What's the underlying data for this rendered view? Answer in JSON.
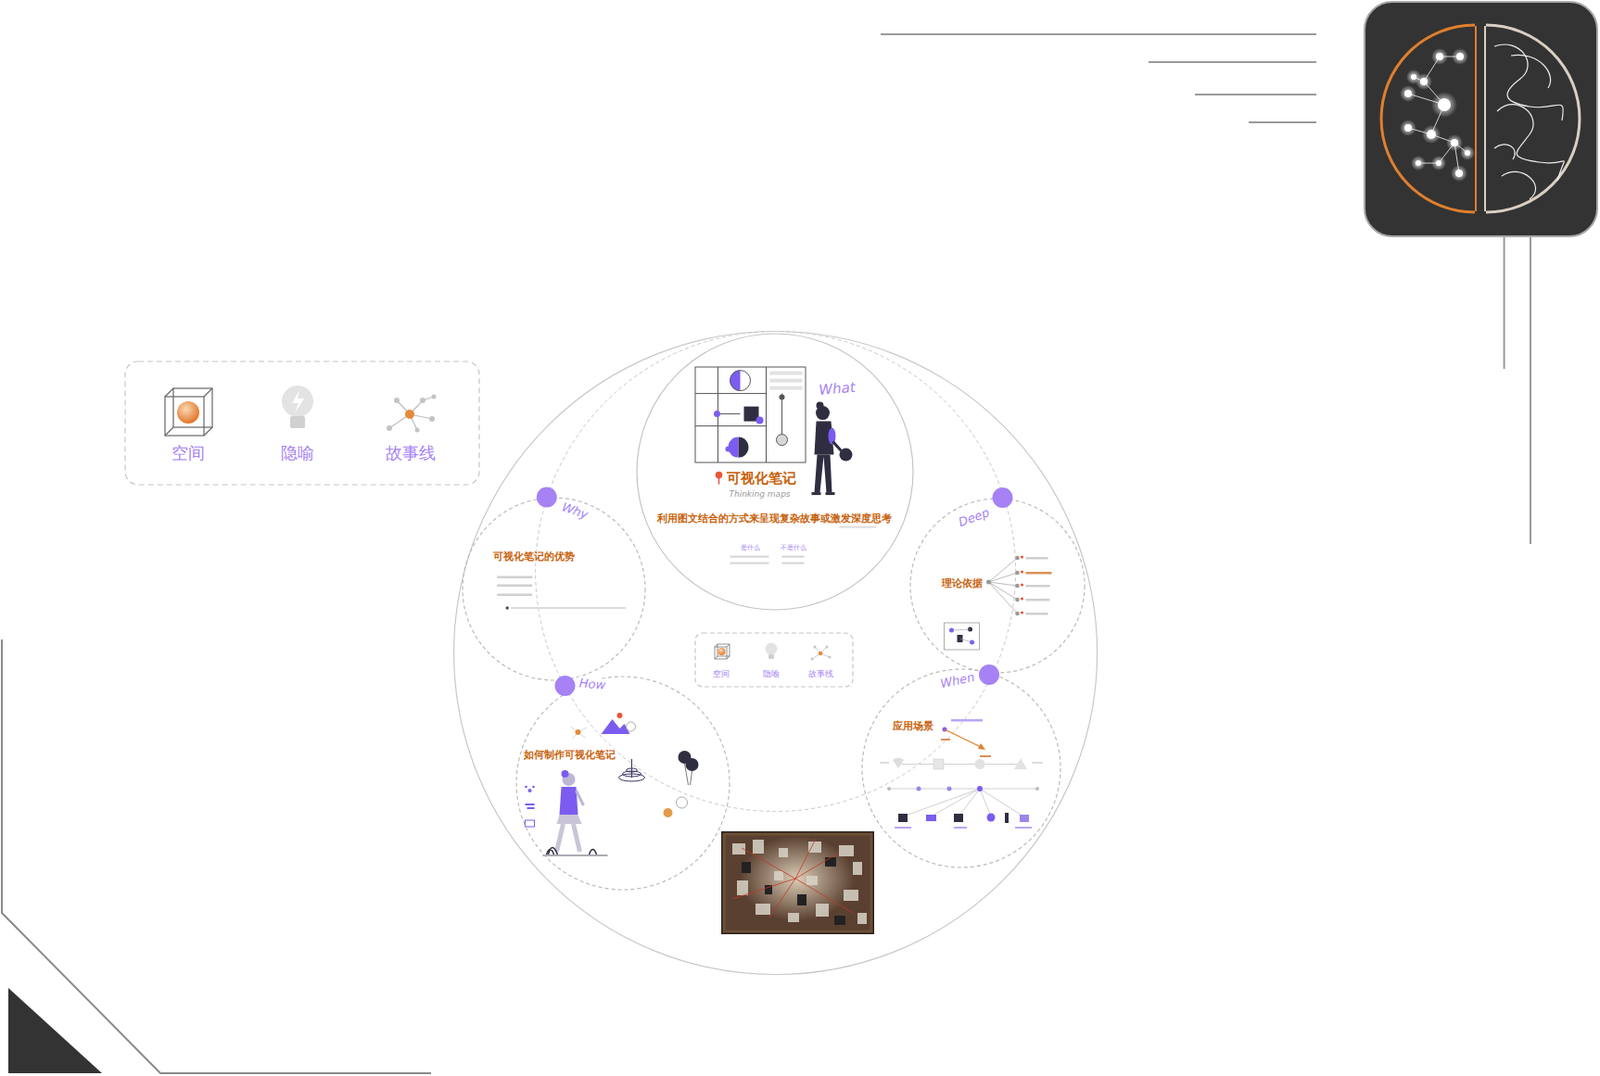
{
  "diagram": {
    "nodes": [
      {
        "text": [
          "空间",
          "隐喻",
          "故事线"
        ]
      },
      {
        "text": [
          "What",
          "可视化笔记",
          "Thinking maps",
          "利用图文结合的方式来呈现复杂故事或激发深度思考",
          "是什么",
          "不是什么"
        ]
      },
      {
        "text": [
          "Why",
          "可视化笔记的优势"
        ]
      },
      {
        "text": [
          "Deep",
          "理论依据"
        ]
      },
      {
        "text": [
          "空间",
          "隐喻",
          "故事线"
        ]
      },
      {
        "text": [
          "How",
          "如何制作可视化笔记"
        ]
      },
      {
        "text": [
          "When",
          "应用场景"
        ]
      }
    ]
  }
}
